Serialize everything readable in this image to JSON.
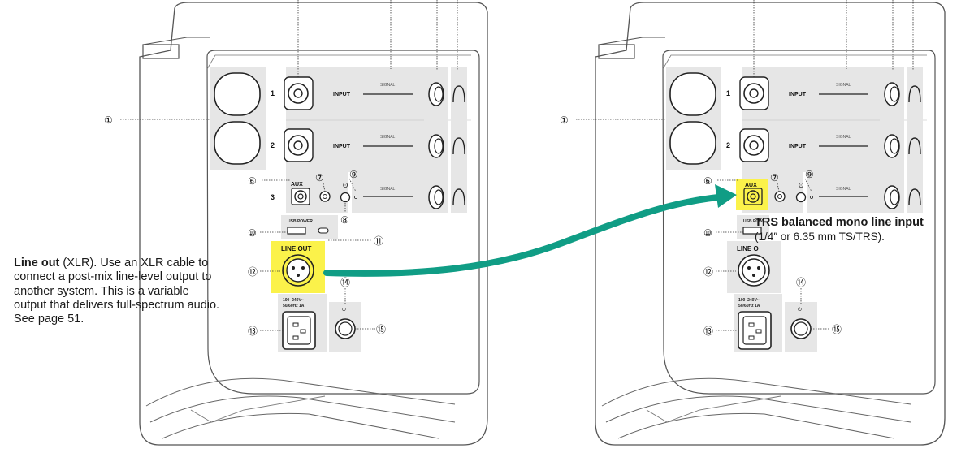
{
  "left_callout": {
    "bold": "Line out",
    "rest": " (XLR). Use an XLR cable to connect a post-mix line-level output to another system. This is a variable output that delivers full-spectrum audio. See page 51."
  },
  "right_callout": {
    "title": "TRS balanced mono line input",
    "subtitle": "(1/4″ or 6.35 mm TS/TRS)."
  },
  "panel_labels": {
    "input": "INPUT",
    "signal": "SIGNAL",
    "aux": "AUX",
    "usb_power": "USB POWER",
    "line_out": "LINE OUT",
    "power_rating_1": "100–240V~",
    "power_rating_2": "50/60Hz 1A",
    "bt": "ʘ"
  },
  "channel_numbers": [
    "1",
    "2",
    "3"
  ],
  "callout_numbers": {
    "n1": "①",
    "n6": "⑥",
    "n7": "⑦",
    "n8": "⑧",
    "n9": "⑨",
    "n10": "⑩",
    "n11": "⑪",
    "n12": "⑫",
    "n13": "⑬",
    "n14": "⑭",
    "n15": "⑮"
  },
  "colors": {
    "highlight": "#fbf24a",
    "arrow": "#109d85",
    "panel": "#e6e6e6",
    "outline": "#2a2a2a"
  }
}
